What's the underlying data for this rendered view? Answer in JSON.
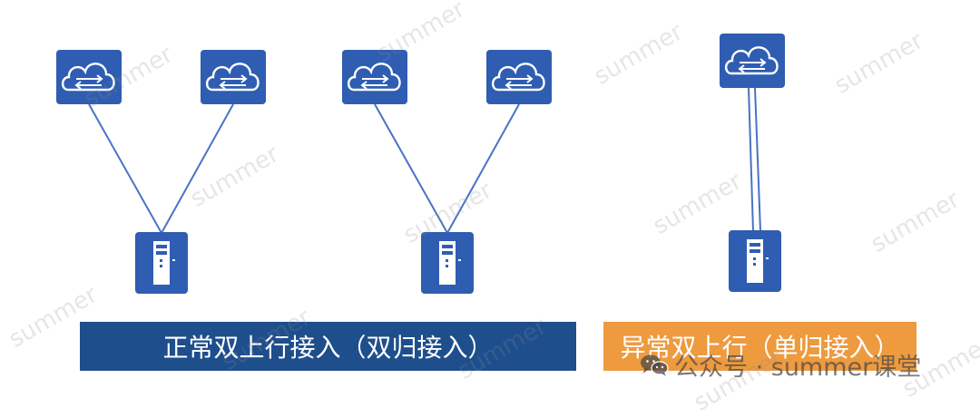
{
  "watermark_text": "summer",
  "banners": {
    "normal": "正常双上行接入（双归接入）",
    "abnormal": "异常双上行（单归接入）"
  },
  "account": {
    "icon": "wechat-icon",
    "label": "公众号 · summer课堂"
  },
  "colors": {
    "device": "#2f5db1",
    "link": "#4a72c4",
    "banner_normal": "#1f4e8c",
    "banner_abnormal": "#ee9a3f"
  }
}
